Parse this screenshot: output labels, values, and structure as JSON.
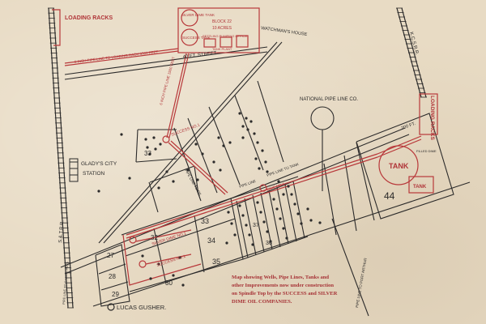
{
  "labels": {
    "loading_racks_nw": "LOADING RACKS",
    "loading_racks_e": "LOADING RACKS",
    "silver_dime_tank": "SILVER DIME TANK",
    "success_tank": "SUCCESS TANK",
    "block": "BLOCK 22",
    "acres": "10 ACRES",
    "settling_pumping_office": "SETTLING PUMPING OFFICE",
    "tank_plant": "TANK PLANT",
    "watchmans_house": "WATCHMAN'S HOUSE",
    "pipe_line_loading_rack": "6 INCH PIPE LINE TO LOADING RACK 3500 FEET",
    "street": "40 FT. STREET",
    "kcrr": "K.C.S.R.R.",
    "national_pipe_line": "NATIONAL PIPE LINE CO.",
    "success_no1_upper": "SUCCESS NO.1",
    "pipe_line_upper_diag": "6 INCH PIPE LINE 1500 FEET",
    "glady_city": "GLADY'S CITY",
    "station": "STATION",
    "sfrr": "S.&.T.R.R.",
    "pipe_line_oil": "PIPE LINE TO OIL",
    "pipe_line_tank": "PIPE LINE TO TANK",
    "pipe_line_4in": "PIPE LINE",
    "dime_no1": "DIME NO.1",
    "tank_big": "TANK",
    "tank_small": "TANK",
    "filled_dime": "FILLED DIME",
    "ft_200": "200 FT.",
    "lot_44": "44",
    "lot_33_upper": "33",
    "lot_33_lower": "33",
    "lot_32": "32",
    "lot_34": "34",
    "lot_35": "35",
    "lot_36": "36",
    "lot_37": "37",
    "lot_27": "27",
    "lot_28": "28",
    "lot_29": "29",
    "lot_30": "30",
    "silver_dime_no1": "SILVER DIME NO.1",
    "success_no1_lower": "SUCCESS NO.1",
    "lucas_gusher": "LUCAS GUSHER.",
    "pipe_line_port_arthur": "PIPE LINE TO PORT ARTHUR",
    "pipe_line_left": "PIPE LINE TO SABINE PASS"
  },
  "caption": {
    "line1": "Map showing Wells, Pipe Lines, Tanks and",
    "line2": "other Improvements now under construction",
    "line3": "on Spindle Top by the SUCCESS and SILVER",
    "line4": "DIME OIL COMPANIES."
  },
  "colors": {
    "paper": "#e8dbc4",
    "ink": "#2b2a2a",
    "red_ink": "#b8383a"
  }
}
